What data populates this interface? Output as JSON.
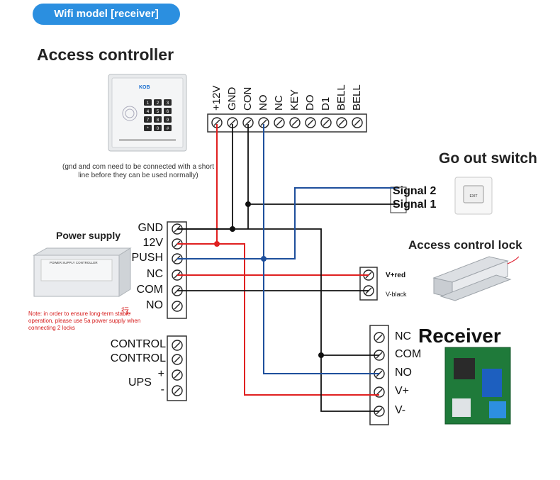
{
  "badge": "Wifi model [receiver]",
  "access_controller": {
    "title": "Access controller",
    "note": "(gnd and com need to be connected with a short line before they can be used normally)",
    "terminals": [
      "+12V",
      "GND",
      "CON",
      "NO",
      "NC",
      "KEY",
      "DO",
      "D1",
      "BELL",
      "BELL"
    ],
    "device": {
      "brand": "KOB",
      "keypad_keys": [
        "1",
        "2",
        "3",
        "4",
        "5",
        "6",
        "7",
        "8",
        "9",
        "*",
        "0",
        "#"
      ]
    }
  },
  "power_supply": {
    "title": "Power supply",
    "terminals_top": [
      "GND",
      "12V",
      "PUSH",
      "NC",
      "COM",
      "NO"
    ],
    "terminals_bottom": [
      "CONTROL",
      "CONTROL",
      "+",
      "-"
    ],
    "ups_label": "UPS",
    "note": "Note: in order to ensure long-term stable operation, please use 5a power supply when connecting 2 locks",
    "note_glyph": "行,",
    "device_label": "POWER SUPPLY CONTROLLER"
  },
  "go_out_switch": {
    "title": "Go out switch",
    "signal2": "Signal 2",
    "signal1": "Signal 1"
  },
  "lock": {
    "title": "Access control lock",
    "v_red": "V+red",
    "v_black": "V-black"
  },
  "receiver": {
    "title": "Receiver",
    "terminals": [
      "NC",
      "COM",
      "NO",
      "V+",
      "V-"
    ]
  },
  "colors": {
    "badge": "#2b8fe0",
    "red_wire": "#e02020",
    "blue_wire": "#1e4f9c",
    "black_wire": "#111111"
  }
}
